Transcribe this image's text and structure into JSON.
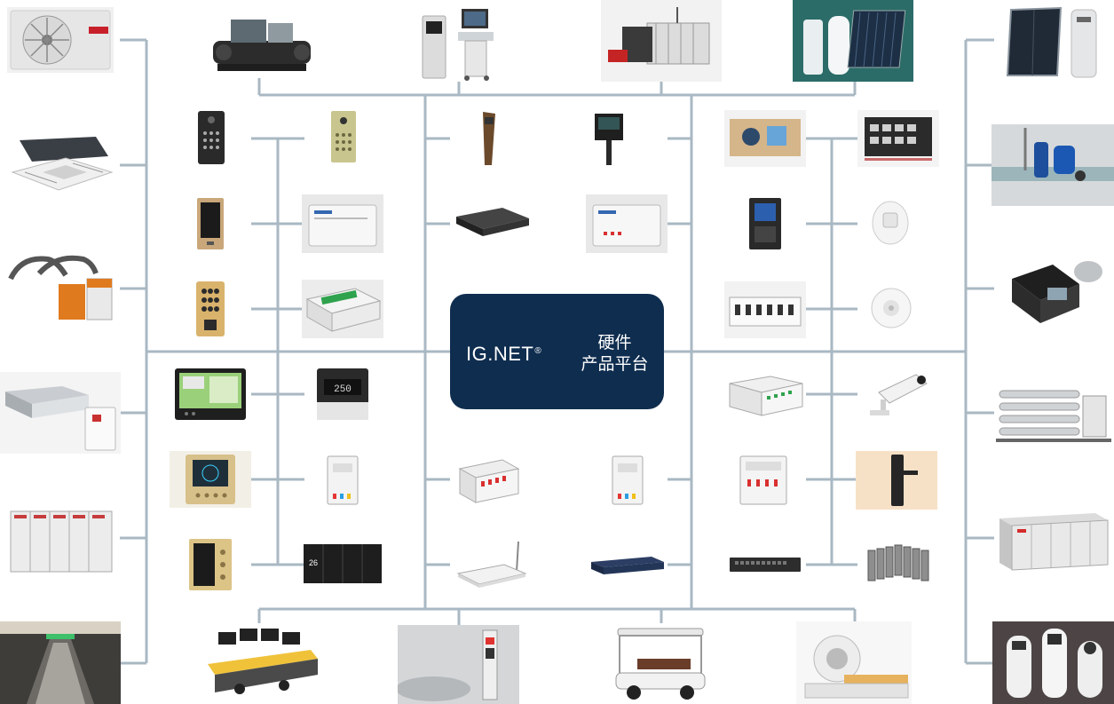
{
  "center": {
    "logo": "IG.NET",
    "registered": "®",
    "line1": "硬件",
    "line2": "产品平台",
    "bg_color": "#0f2d4f"
  },
  "line_color": "#a9b8c3",
  "products": {
    "top": [
      "ac-outdoor-unit",
      "water-chiller",
      "medical-ultrasound",
      "industrial-boiler",
      "heat-pump-water-tank"
    ],
    "left_outer": [
      "ac-outdoor-unit",
      "cassette-ac",
      "fume-extractor",
      "fresh-air-unit",
      "switchgear-cabinet",
      "escalator"
    ],
    "right_outer": [
      "solar-water-heater",
      "pipe-valve-pump",
      "water-pump",
      "water-treatment-system",
      "power-cabinet",
      "service-robots"
    ],
    "bottom": [
      "control-console",
      "ev-charger",
      "sightseeing-cart",
      "ct-scanner"
    ],
    "inner": [
      "keypad-panel",
      "fingerprint-lock",
      "touch-panel",
      "gateway-box",
      "key-card-panel",
      "din-rail-module",
      "touch-screen",
      "energy-meter",
      "thermostat",
      "din-actuator",
      "smart-panel",
      "multi-panel",
      "kiosk",
      "parking-barrier",
      "network-box",
      "protocol-gateway",
      "din-switch-module",
      "router",
      "network-switch",
      "door-panel",
      "control-panel",
      "door-station",
      "smart-switch",
      "din-breaker",
      "smoke-detector",
      "io-module",
      "cctv-camera",
      "relay-module",
      "smart-lock",
      "ethernet-switch",
      "terminal-blocks"
    ]
  }
}
